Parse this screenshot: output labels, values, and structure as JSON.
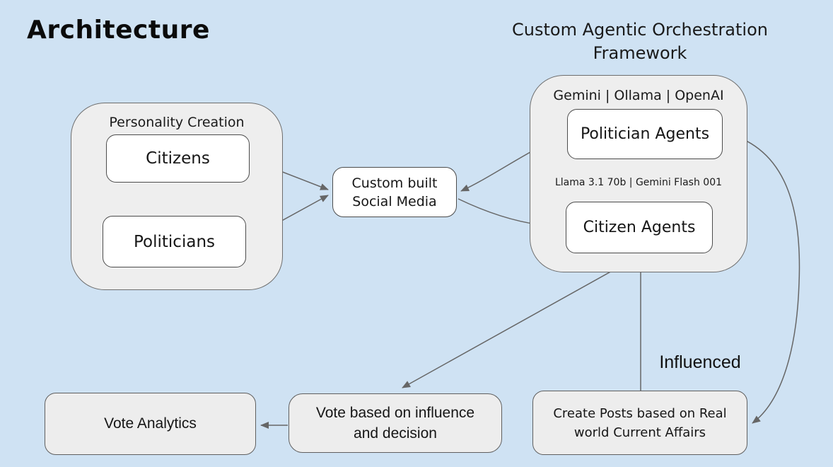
{
  "title": "Architecture",
  "framework_heading": "Custom Agentic Orchestration\nFramework",
  "personality_group": {
    "label": "Personality Creation",
    "citizens": "Citizens",
    "politicians": "Politicians"
  },
  "social_media_node": "Custom built\nSocial Media",
  "agent_group": {
    "providers_label": "Gemini | Ollama | OpenAI",
    "politician_agents": "Politician Agents",
    "models_label": "Llama 3.1 70b | Gemini Flash 001",
    "citizen_agents": "Citizen Agents"
  },
  "bottom_nodes": {
    "vote_analytics": "Vote Analytics",
    "vote_based": "Vote based on influence\nand decision",
    "create_posts": "Create Posts based on Real\nworld Current Affairs"
  },
  "edge_labels": {
    "influenced": "Influenced"
  },
  "colors": {
    "background": "#cfe2f3",
    "group_fill": "#eeeeee",
    "node_fill": "#ffffff",
    "bottom_node_fill": "#ededed",
    "border": "#5a5a5a",
    "arrow": "#666666",
    "text": "#161616"
  }
}
